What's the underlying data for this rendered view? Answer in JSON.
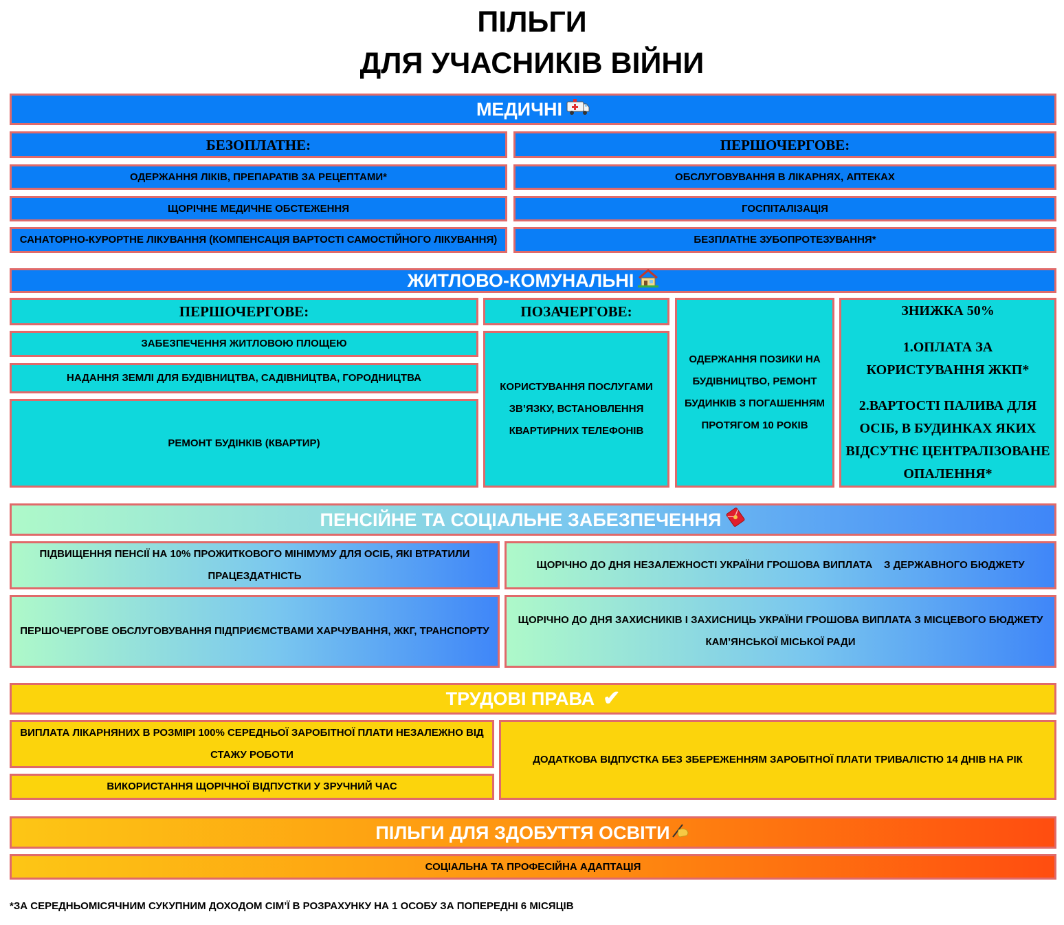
{
  "title": {
    "line1": "ПІЛЬГИ",
    "line2": "ДЛЯ УЧАСНИКІВ ВІЙНИ"
  },
  "medical": {
    "header": "МЕДИЧНІ",
    "free": {
      "title": "БЕЗОПЛАТНЕ:",
      "items": [
        "ОДЕРЖАННЯ ЛІКІВ, ПРЕПАРАТІВ ЗА РЕЦЕПТАМИ*",
        "ЩОРІЧНЕ МЕДИЧНЕ ОБСТЕЖЕННЯ",
        "САНАТОРНО-КУРОРТНЕ ЛІКУВАННЯ (КОМПЕНСАЦІЯ ВАРТОСТІ САМОСТІЙНОГО ЛІКУВАННЯ)"
      ]
    },
    "priority": {
      "title": "ПЕРШОЧЕРГОВЕ:",
      "items": [
        "ОБСЛУГОВУВАННЯ В ЛІКАРНЯХ, АПТЕКАХ",
        "ГОСПІТАЛІЗАЦІЯ",
        "БЕЗПЛАТНЕ ЗУБОПРОТЕЗУВАННЯ*"
      ]
    }
  },
  "housing": {
    "header": "ЖИТЛОВО-КОМУНАЛЬНІ",
    "priority": {
      "title": "ПЕРШОЧЕРГОВЕ:",
      "items": [
        "ЗАБЕЗПЕЧЕННЯ ЖИТЛОВОЮ ПЛОЩЕЮ",
        "НАДАННЯ ЗЕМЛІ ДЛЯ БУДІВНИЦТВА, САДІВНИЦТВА, ГОРОДНИЦТВА",
        "РЕМОНТ БУДІНКІВ (КВАРТИР)"
      ]
    },
    "out_of_turn": {
      "title": "ПОЗАЧЕРГОВЕ:",
      "item": "КОРИСТУВАННЯ ПОСЛУГАМИ ЗВ’ЯЗКУ, ВСТАНОВЛЕННЯ КВАРТИРНИХ ТЕЛЕФОНІВ"
    },
    "loan": "ОДЕРЖАННЯ ПОЗИКИ НА БУДІВНИЦТВО, РЕМОНТ БУДИНКІВ З ПОГАШЕННЯМ ПРОТЯГОМ 10 РОКІВ",
    "discount": {
      "title": "ЗНИЖКА 50%",
      "item1": "1.ОПЛАТА ЗА КОРИСТУВАННЯ ЖКП*",
      "item2": "2.ВАРТОСТІ ПАЛИВА ДЛЯ ОСІБ, В БУДИНКАХ ЯКИХ ВІДСУТНЄ ЦЕНТРАЛІЗОВАНЕ ОПАЛЕННЯ*"
    }
  },
  "pension": {
    "header": "ПЕНСІЙНЕ ТА СОЦІАЛЬНЕ ЗАБЕЗПЕЧЕННЯ",
    "items": [
      "ПІДВИЩЕННЯ ПЕНСІЇ НА 10% ПРОЖИТКОВОГО МІНІМУМУ ДЛЯ ОСІБ, ЯКІ ВТРАТИЛИ ПРАЦЕЗДАТНІСТЬ",
      "ЩОРІЧНО ДО ДНЯ НЕЗАЛЕЖНОСТІ УКРАЇНИ ГРОШОВА ВИПЛАТА    З ДЕРЖАВНОГО БЮДЖЕТУ",
      "ПЕРШОЧЕРГОВЕ ОБСЛУГОВУВАННЯ ПІДПРИЄМСТВАМИ ХАРЧУВАННЯ, ЖКГ, ТРАНСПОРТУ",
      "ЩОРІЧНО ДО ДНЯ ЗАХИСНИКІВ І ЗАХИСНИЦЬ УКРАЇНИ ГРОШОВА ВИПЛАТА З МІСЦЕВОГО БЮДЖЕТУ КАМ’ЯНСЬКОЇ МІСЬКОЇ РАДИ"
    ]
  },
  "labor": {
    "header": "ТРУДОВІ ПРАВА",
    "check": "✔",
    "items": [
      "ВИПЛАТА ЛІКАРНЯНИХ В РОЗМІРІ 100% СЕРЕДНЬОЇ ЗАРОБІТНОЇ ПЛАТИ НЕЗАЛЕЖНО ВІД СТАЖУ РОБОТИ",
      "ВИКОРИСТАННЯ ЩОРІЧНОЇ ВІДПУСТКИ У ЗРУЧНИЙ ЧАС",
      "ДОДАТКОВА ВІДПУСТКА БЕЗ ЗБЕРЕЖЕННЯМ ЗАРОБІТНОЇ ПЛАТИ ТРИВАЛІСТЮ 14 ДНІВ НА РІК"
    ]
  },
  "education": {
    "header": "ПІЛЬГИ ДЛЯ ЗДОБУТТЯ ОСВІТИ",
    "item": "СОЦІАЛЬНА ТА ПРОФЕСІЙНА АДАПТАЦІЯ"
  },
  "footnote": "*ЗА СЕРЕДНЬОМІСЯЧНИМ СУКУПНИМ ДОХОДОМ СІМ’Ї В РОЗРАХУНКУ НА 1 ОСОБУ ЗА ПОПЕРЕДНІ 6 МІСЯЦІВ",
  "icons": [
    "ambulance-icon",
    "house-icon",
    "red-envelope-icon",
    "check-icon",
    "writing-hand-icon"
  ],
  "colors": {
    "blue": "#0a7ef7",
    "cyan": "#0fd8dc",
    "yellow": "#fcd40c",
    "orange": "#ff4d10",
    "border": "#e06a6a"
  }
}
